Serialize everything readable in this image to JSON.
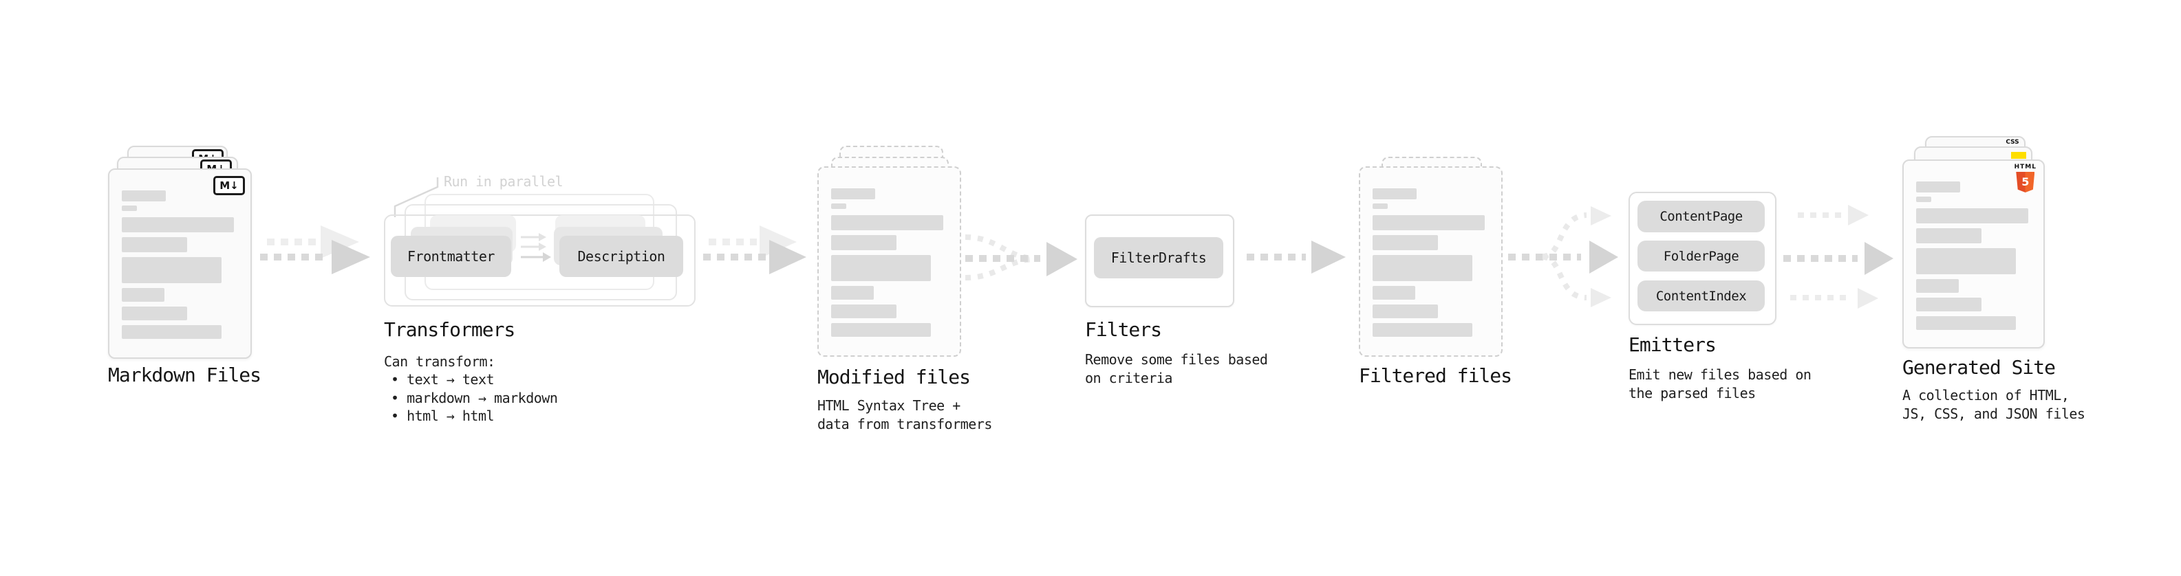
{
  "diagram": {
    "annotation": {
      "run_in_parallel": "Run in parallel"
    },
    "stages": {
      "markdown_files": {
        "title": "Markdown Files",
        "badge": "M↓"
      },
      "transformers": {
        "title": "Transformers",
        "caption": "Can transform:",
        "bullets": [
          "• text → text",
          "• markdown → markdown",
          "• html → html"
        ],
        "buttons": {
          "frontmatter": "Frontmatter",
          "description": "Description"
        }
      },
      "modified_files": {
        "title": "Modified files",
        "caption": "HTML Syntax Tree +\ndata from transformers"
      },
      "filters": {
        "title": "Filters",
        "caption": "Remove some files based\non criteria",
        "buttons": {
          "filter_drafts": "FilterDrafts"
        }
      },
      "filtered_files": {
        "title": "Filtered files"
      },
      "emitters": {
        "title": "Emitters",
        "caption": "Emit new files based on\nthe parsed files",
        "buttons": {
          "content_page": "ContentPage",
          "folder_page": "FolderPage",
          "content_index": "ContentIndex"
        }
      },
      "generated_site": {
        "title": "Generated Site",
        "caption": "A collection of HTML,\nJS, CSS, and JSON files",
        "badges": {
          "css": "CSS",
          "html_label": "HTML",
          "html_number": "5"
        }
      }
    },
    "colors": {
      "arrow_main": "#d4d4d4",
      "arrow_light": "#ededed",
      "html5_orange": "#e44d26",
      "js_yellow": "#fede00",
      "css_blue": "#2d62ff"
    }
  }
}
